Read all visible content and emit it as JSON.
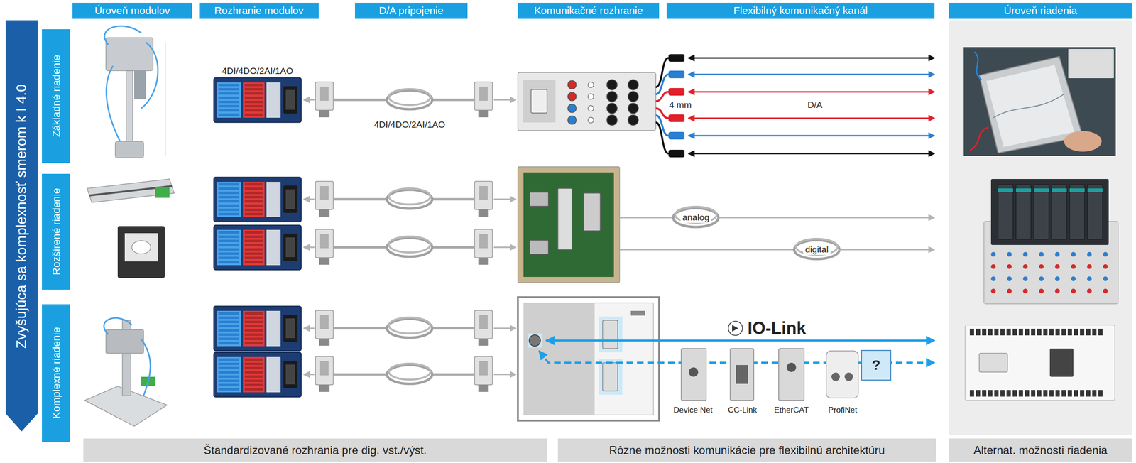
{
  "diagram": {
    "nodes": [
      {
        "text": [
          "Úroveň modulov"
        ]
      },
      {
        "text": [
          "Rozhranie modulov"
        ]
      },
      {
        "text": [
          "D/A pripojenie"
        ]
      },
      {
        "text": [
          "Komunikačné rozhranie"
        ]
      },
      {
        "text": [
          "Flexibilný komunikačný kanál"
        ]
      },
      {
        "text": [
          "Úroveň riadenia"
        ]
      },
      {
        "text": [
          "Zvyšujúca sa komplexnosť smerom k I 4.0"
        ]
      },
      {
        "text": [
          "Základné riadenie"
        ]
      },
      {
        "text": [
          "Rozšírené riadenie"
        ]
      },
      {
        "text": [
          "Komplexné riadenie"
        ]
      },
      {
        "text": [
          "?"
        ]
      },
      {
        "text": [
          "Štandardizované rozhrania pre dig. vst./výst."
        ]
      },
      {
        "text": [
          "Rôzne možnosti komunikácie pre flexibilnú architektúru"
        ]
      },
      {
        "text": [
          "Alternat. možnosti riadenia"
        ]
      }
    ],
    "labels": [
      "4DI/4DO/2AI/1AO",
      "4DI/4DO/2AI/1AO",
      "4 mm",
      "D/A",
      "analog",
      "digital",
      "IO-Link",
      "Device Net",
      "CC-Link",
      "EtherCAT",
      "ProfiNet"
    ]
  }
}
